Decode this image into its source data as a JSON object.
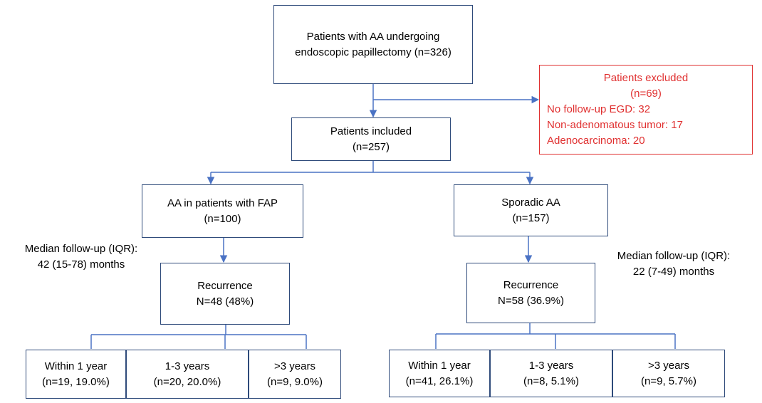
{
  "colors": {
    "box_border": "#2e4a7a",
    "connector": "#4a72c4",
    "excluded": "#e03030"
  },
  "root": {
    "line1": "Patients with AA undergoing",
    "line2": "endoscopic papillectomy (n=326)"
  },
  "excluded": {
    "title": "Patients excluded",
    "count": "(n=69)",
    "reasons": [
      "No follow-up EGD: 32",
      "Non-adenomatous tumor: 17",
      "Adenocarcinoma: 20"
    ]
  },
  "included": {
    "line1": "Patients included",
    "line2": "(n=257)"
  },
  "fap": {
    "group": {
      "line1": "AA in patients with FAP",
      "line2": "(n=100)"
    },
    "followup": {
      "line1": "Median follow-up (IQR):",
      "line2": "42 (15-78) months"
    },
    "recurrence": {
      "line1": "Recurrence",
      "line2": "N=48 (48%)"
    },
    "buckets": [
      {
        "line1": "Within 1 year",
        "line2": "(n=19, 19.0%)"
      },
      {
        "line1": "1-3 years",
        "line2": "(n=20, 20.0%)"
      },
      {
        "line1": ">3 years",
        "line2": "(n=9, 9.0%)"
      }
    ]
  },
  "sporadic": {
    "group": {
      "line1": "Sporadic AA",
      "line2": "(n=157)"
    },
    "followup": {
      "line1": "Median follow-up (IQR):",
      "line2": "22 (7-49) months"
    },
    "recurrence": {
      "line1": "Recurrence",
      "line2": "N=58 (36.9%)"
    },
    "buckets": [
      {
        "line1": "Within 1 year",
        "line2": "(n=41, 26.1%)"
      },
      {
        "line1": "1-3 years",
        "line2": "(n=8, 5.1%)"
      },
      {
        "line1": ">3 years",
        "line2": "(n=9, 5.7%)"
      }
    ]
  }
}
